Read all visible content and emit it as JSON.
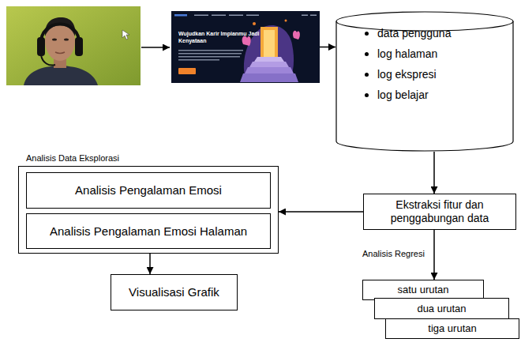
{
  "diagram": {
    "nodes": [
      {
        "text": [
          "Wujudkan Karir Impianmu Jadi Kenyataan"
        ]
      },
      {
        "text": [
          "data pengguna",
          "log halaman",
          "log ekspresi",
          "log belajar"
        ]
      },
      {
        "text": [
          "Analisis Data Eksplorasi"
        ]
      },
      {
        "text": [
          "Analisis Pengalaman Emosi"
        ],
        "in": 2
      },
      {
        "text": [
          "Analisis Pengalaman Emosi Halaman"
        ],
        "in": 2
      },
      {
        "text": [
          "Ekstraksi fitur dan penggabungan data"
        ]
      },
      {
        "text": [
          "Visualisasi Grafik"
        ]
      },
      {
        "text": [
          "satu urutan"
        ]
      },
      {
        "text": [
          "dua urutan"
        ]
      },
      {
        "text": [
          "tiga urutan"
        ]
      }
    ],
    "edges": [
      {
        "from": 0,
        "to": 1,
        "arrow": "to"
      },
      {
        "from": 1,
        "to": 5,
        "arrow": "to"
      },
      {
        "from": 5,
        "to": 2,
        "arrow": "to"
      },
      {
        "from": 2,
        "to": 6,
        "arrow": "to"
      },
      {
        "from": 5,
        "to": 7,
        "arrow": "to"
      }
    ],
    "labels": [
      "Analisis Regresi"
    ]
  }
}
